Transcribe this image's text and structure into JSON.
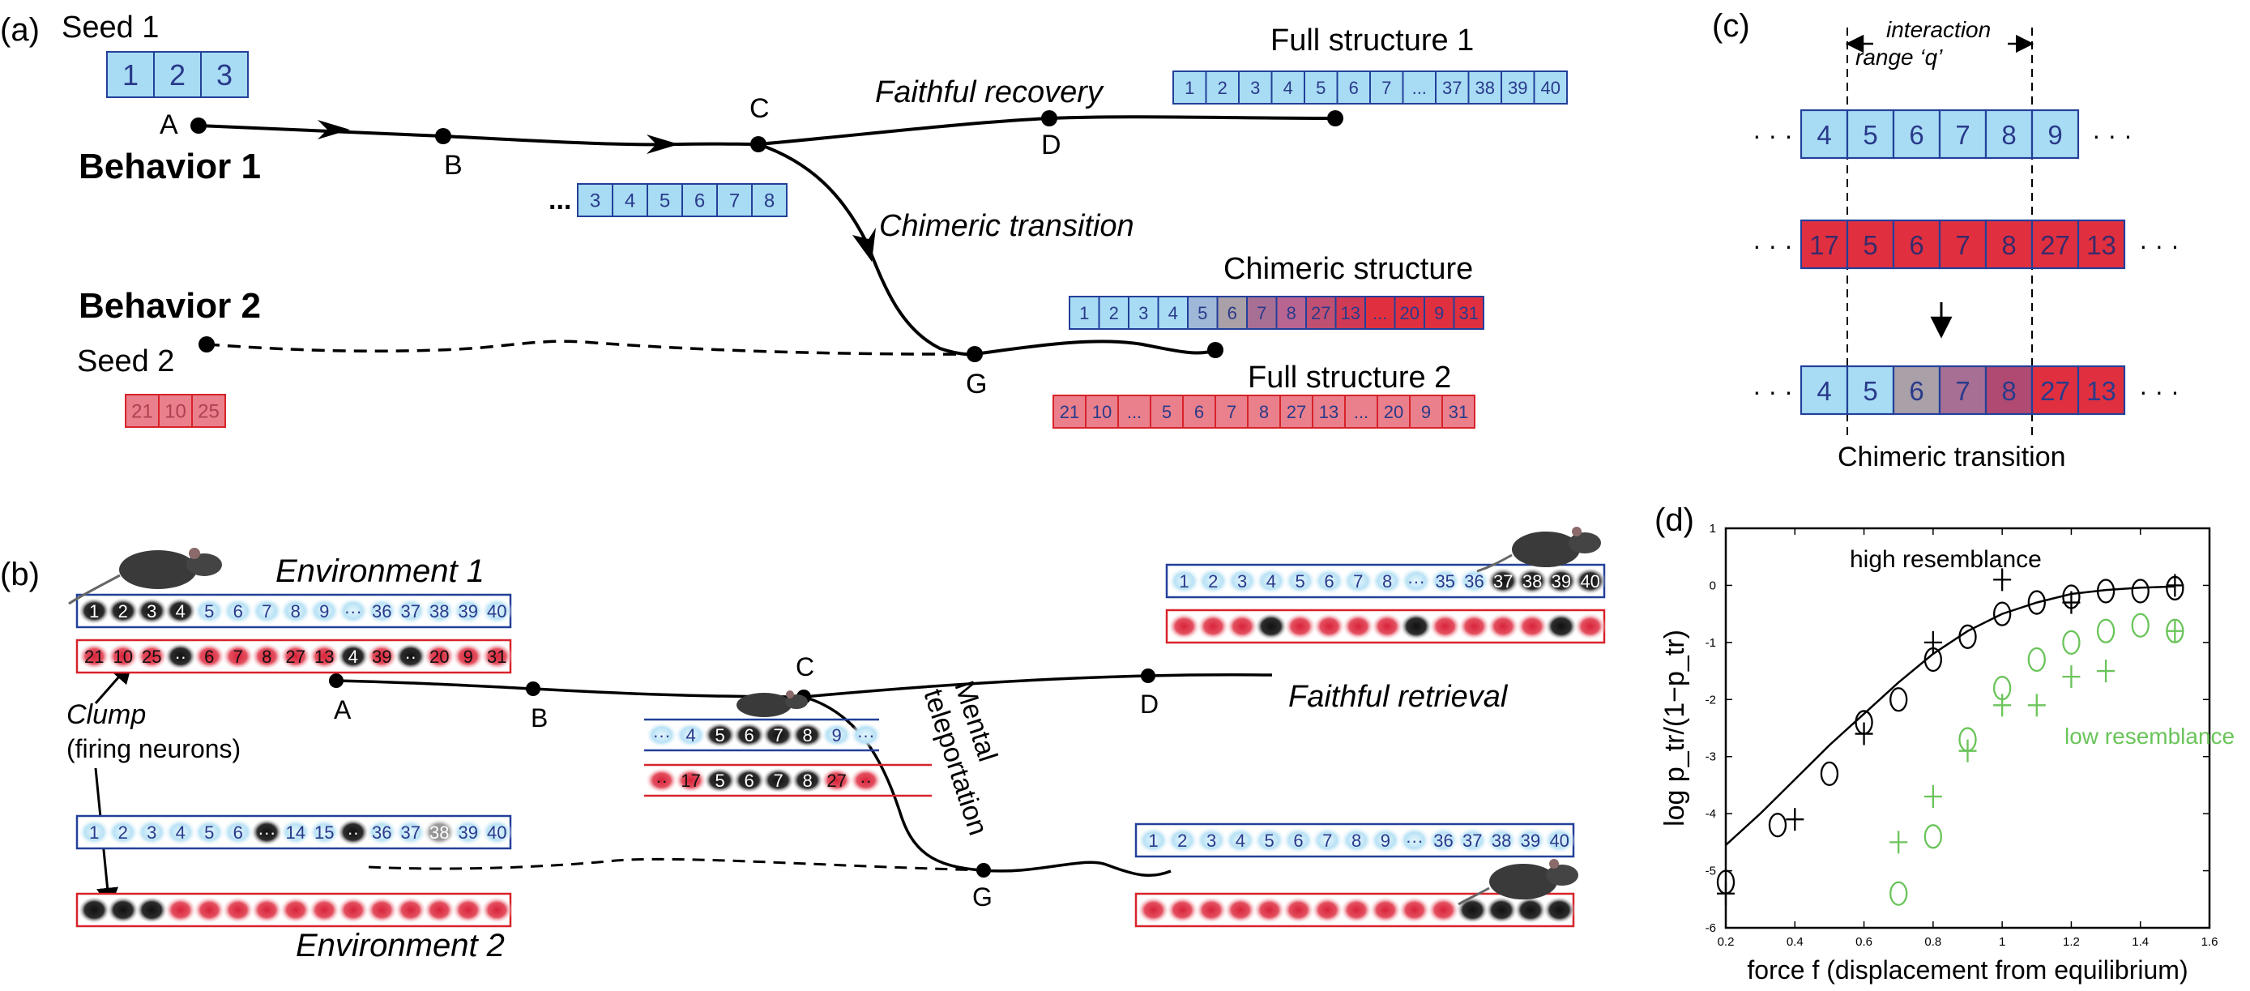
{
  "panel_labels": {
    "a": "(a)",
    "b": "(b)",
    "c": "(c)",
    "d": "(d)"
  },
  "colors": {
    "blue_fill": "#a8dcf4",
    "blue_stroke": "#23409a",
    "red_fill": "#e03040",
    "pink_fill": "#e9808c",
    "red_stroke": "#d8232a",
    "gray_fill": "#a9a0a8",
    "purple1": "#a86f95",
    "purple2": "#b04a72",
    "green": "#6ac45a",
    "text_blue": "#2a3a8a"
  },
  "panel_a": {
    "seed1_label": "Seed 1",
    "seed1_cells": [
      "1",
      "2",
      "3"
    ],
    "seed2_label": "Seed 2",
    "seed2_cells": [
      "21",
      "10",
      "25"
    ],
    "behavior1": "Behavior 1",
    "behavior2": "Behavior 2",
    "faithful_recovery": "Faithful recovery",
    "chimeric_transition": "Chimeric transition",
    "full_structure_1": "Full structure 1",
    "full_structure_2": "Full structure 2",
    "chimeric_structure": "Chimeric structure",
    "node_labels": {
      "A": "A",
      "B": "B",
      "C": "C",
      "D": "D",
      "G": "G"
    },
    "mid_ellipsis": "...",
    "mid_cells": [
      "3",
      "4",
      "5",
      "6",
      "7",
      "8"
    ],
    "full1_cells": [
      "1",
      "2",
      "3",
      "4",
      "5",
      "6",
      "7",
      "...",
      "37",
      "38",
      "39",
      "40"
    ],
    "chimeric_cells": [
      "1",
      "2",
      "3",
      "4",
      "5",
      "6",
      "7",
      "8",
      "27",
      "13",
      "...",
      "20",
      "9",
      "31"
    ],
    "full2_cells": [
      "21",
      "10",
      "...",
      "5",
      "6",
      "7",
      "8",
      "27",
      "13",
      "...",
      "20",
      "9",
      "31"
    ]
  },
  "panel_b": {
    "environment1": "Environment 1",
    "environment2": "Environment 2",
    "faithful_retrieval": "Faithful retrieval",
    "mental_teleportation_line1": "Mental",
    "mental_teleportation_line2": "teleportation",
    "clump_label": "Clump",
    "clump_sub": "(firing neurons)",
    "node_labels": {
      "A": "A",
      "B": "B",
      "C": "C",
      "D": "D",
      "G": "G"
    },
    "env1_blue_row": [
      "1",
      "2",
      "3",
      "4",
      "5",
      "6",
      "7",
      "8",
      "9",
      "···",
      "36",
      "37",
      "38",
      "39",
      "40"
    ],
    "env1_red_row": [
      "21",
      "10",
      "25",
      "··",
      "6",
      "7",
      "8",
      "27",
      "13",
      "4",
      "39",
      "··",
      "20",
      "9",
      "31"
    ],
    "top_right_blue_row": [
      "1",
      "2",
      "3",
      "4",
      "5",
      "6",
      "7",
      "8",
      "···",
      "35",
      "36",
      "37",
      "38",
      "39",
      "40"
    ],
    "env2_blue_row": [
      "1",
      "2",
      "3",
      "4",
      "5",
      "6",
      "···",
      "14",
      "15",
      "··",
      "36",
      "37",
      "38",
      "39",
      "40"
    ],
    "bottom_right_blue_row": [
      "1",
      "2",
      "3",
      "4",
      "5",
      "6",
      "7",
      "8",
      "9",
      "···",
      "36",
      "37",
      "38",
      "39",
      "40"
    ],
    "mid_blue_row": [
      "···",
      "4",
      "5",
      "6",
      "7",
      "8",
      "9",
      "···"
    ],
    "mid_red_row": [
      "··",
      "17",
      "5",
      "6",
      "7",
      "8",
      "27",
      "··"
    ]
  },
  "panel_c": {
    "interaction_line1": "interaction",
    "interaction_line2": "range ‘q’",
    "ellipsis": "· · ·",
    "row1": [
      "4",
      "5",
      "6",
      "7",
      "8",
      "9"
    ],
    "row2": [
      "17",
      "5",
      "6",
      "7",
      "8",
      "27",
      "13"
    ],
    "row3": [
      "4",
      "5",
      "6",
      "7",
      "8",
      "27",
      "13"
    ],
    "caption": "Chimeric transition"
  },
  "chart_data": {
    "type": "scatter",
    "title": "",
    "xlabel": "force f (displacement from equilibrium)",
    "ylabel": "log p_tr/(1−p_tr)",
    "xlim": [
      0.2,
      1.6
    ],
    "ylim": [
      -6,
      1
    ],
    "xticks": [
      "0.2",
      "0.4",
      "0.6",
      "0.8",
      "1",
      "1.2",
      "1.4",
      "1.6"
    ],
    "yticks": [
      "1",
      "0",
      "-1",
      "-2",
      "-3",
      "-4",
      "-5",
      "-6"
    ],
    "grid": false,
    "annotations": [
      "high resemblance",
      "low resemblance"
    ],
    "series": [
      {
        "marker": "circle",
        "color": "#000000",
        "x": [
          0.2,
          0.35,
          0.5,
          0.6,
          0.7,
          0.8,
          0.9,
          1.0,
          1.1,
          1.2,
          1.3,
          1.4,
          1.5
        ],
        "y": [
          -5.2,
          -4.2,
          -3.3,
          -2.4,
          -2.0,
          -1.3,
          -0.9,
          -0.5,
          -0.3,
          -0.2,
          -0.1,
          -0.1,
          -0.05
        ]
      },
      {
        "marker": "plus",
        "color": "#000000",
        "x": [
          0.2,
          0.4,
          0.6,
          0.8,
          1.0,
          1.2,
          1.5
        ],
        "y": [
          -5.4,
          -4.1,
          -2.6,
          -1.0,
          0.1,
          -0.3,
          0.0
        ]
      },
      {
        "marker": "circle",
        "color": "#6ac45a",
        "x": [
          0.7,
          0.8,
          0.9,
          1.0,
          1.1,
          1.2,
          1.3,
          1.4,
          1.5
        ],
        "y": [
          -5.4,
          -4.4,
          -2.7,
          -1.8,
          -1.3,
          -1.0,
          -0.8,
          -0.7,
          -0.8
        ]
      },
      {
        "marker": "plus",
        "color": "#6ac45a",
        "x": [
          0.7,
          0.8,
          0.9,
          1.0,
          1.1,
          1.2,
          1.3,
          1.5
        ],
        "y": [
          -4.5,
          -3.7,
          -2.9,
          -2.1,
          -2.1,
          -1.6,
          -1.5,
          -0.8
        ]
      },
      {
        "type": "line",
        "color": "#000000",
        "x": [
          0.2,
          0.3,
          0.4,
          0.5,
          0.6,
          0.7,
          0.8,
          0.9,
          1.0,
          1.1,
          1.2,
          1.3,
          1.4,
          1.5
        ],
        "y": [
          -4.55,
          -4.0,
          -3.4,
          -2.8,
          -2.25,
          -1.7,
          -1.2,
          -0.8,
          -0.5,
          -0.3,
          -0.15,
          -0.08,
          -0.04,
          -0.02
        ]
      }
    ]
  }
}
